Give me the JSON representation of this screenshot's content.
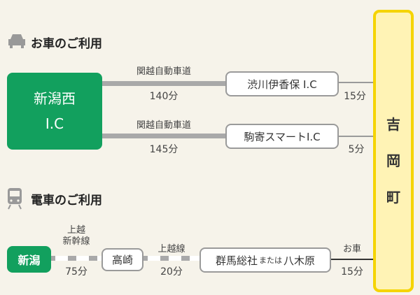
{
  "car": {
    "heading": "お車のご利用",
    "origin_line1": "新潟西",
    "origin_line2": "I.C",
    "routes": [
      {
        "road": "関越自動車道",
        "time": "140分",
        "exit": "渋川伊香保 I.C",
        "final_time": "15分"
      },
      {
        "road": "関越自動車道",
        "time": "145分",
        "exit": "駒寄スマートI.C",
        "final_time": "5分"
      }
    ]
  },
  "destination": {
    "chars": [
      "吉",
      "岡",
      "町"
    ]
  },
  "train": {
    "heading": "電車のご利用",
    "origin": "新潟",
    "seg1_line1": "上越",
    "seg1_line2": "新幹線",
    "seg1_time": "75分",
    "station1": "高崎",
    "seg2_line": "上越線",
    "seg2_time": "20分",
    "station2_a": "群馬総社",
    "station2_or": "または",
    "station2_b": "八木原",
    "seg3_mode": "お車",
    "seg3_time": "15分"
  },
  "colors": {
    "green": "#12a05e",
    "yellow_border": "#f5d400",
    "yellow_fill": "#fff3b5"
  }
}
